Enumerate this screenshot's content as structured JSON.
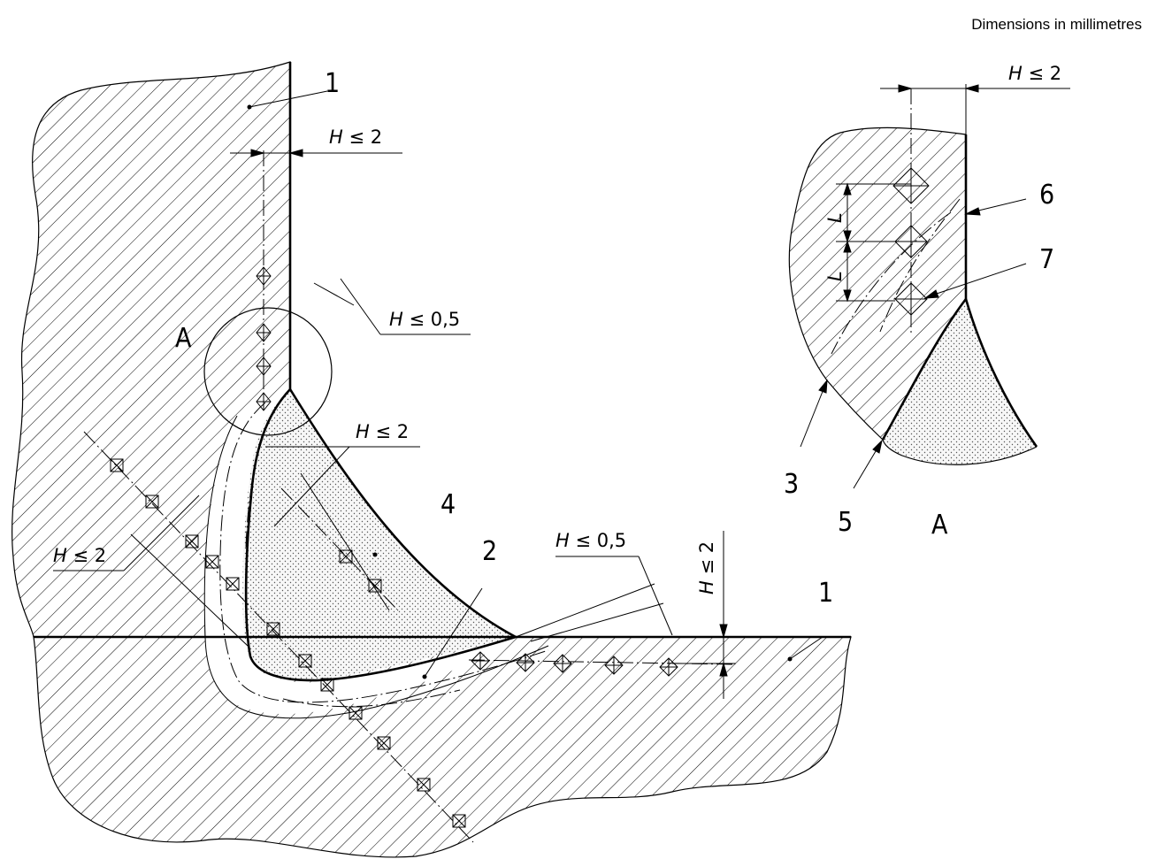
{
  "header": {
    "note": "Dimensions in millimetres"
  },
  "labels": {
    "top_part": "1",
    "bottom_part": "1",
    "root_zone": "2",
    "fusion_line": "3",
    "weld_metal": "4",
    "fusion_boundary": "5",
    "surface": "6",
    "indent": "7",
    "detail_mark": "A",
    "detail_title": "A"
  },
  "dimensions": {
    "vertical_plate": {
      "symbol": "H",
      "text": " ≤ 2"
    },
    "weld_face": {
      "symbol": "H",
      "text": " ≤ 0,5"
    },
    "weld_metal": {
      "symbol": "H",
      "text": " ≤ 2"
    },
    "root_left": {
      "symbol": "H",
      "text": " ≤ 2"
    },
    "horizontal_face": {
      "symbol": "H",
      "text": " ≤ 0,5"
    },
    "horizontal_plate": {
      "symbol": "H",
      "text": " ≤ 2"
    },
    "detail_offset": {
      "symbol": "H",
      "text": " ≤ 2"
    },
    "spacing_upper": {
      "symbol": "L",
      "text": ""
    },
    "spacing_lower": {
      "symbol": "L",
      "text": ""
    }
  },
  "colors": {
    "line": "#000000",
    "hatch": "#000000",
    "weld_fill": "#f2f2f2"
  }
}
